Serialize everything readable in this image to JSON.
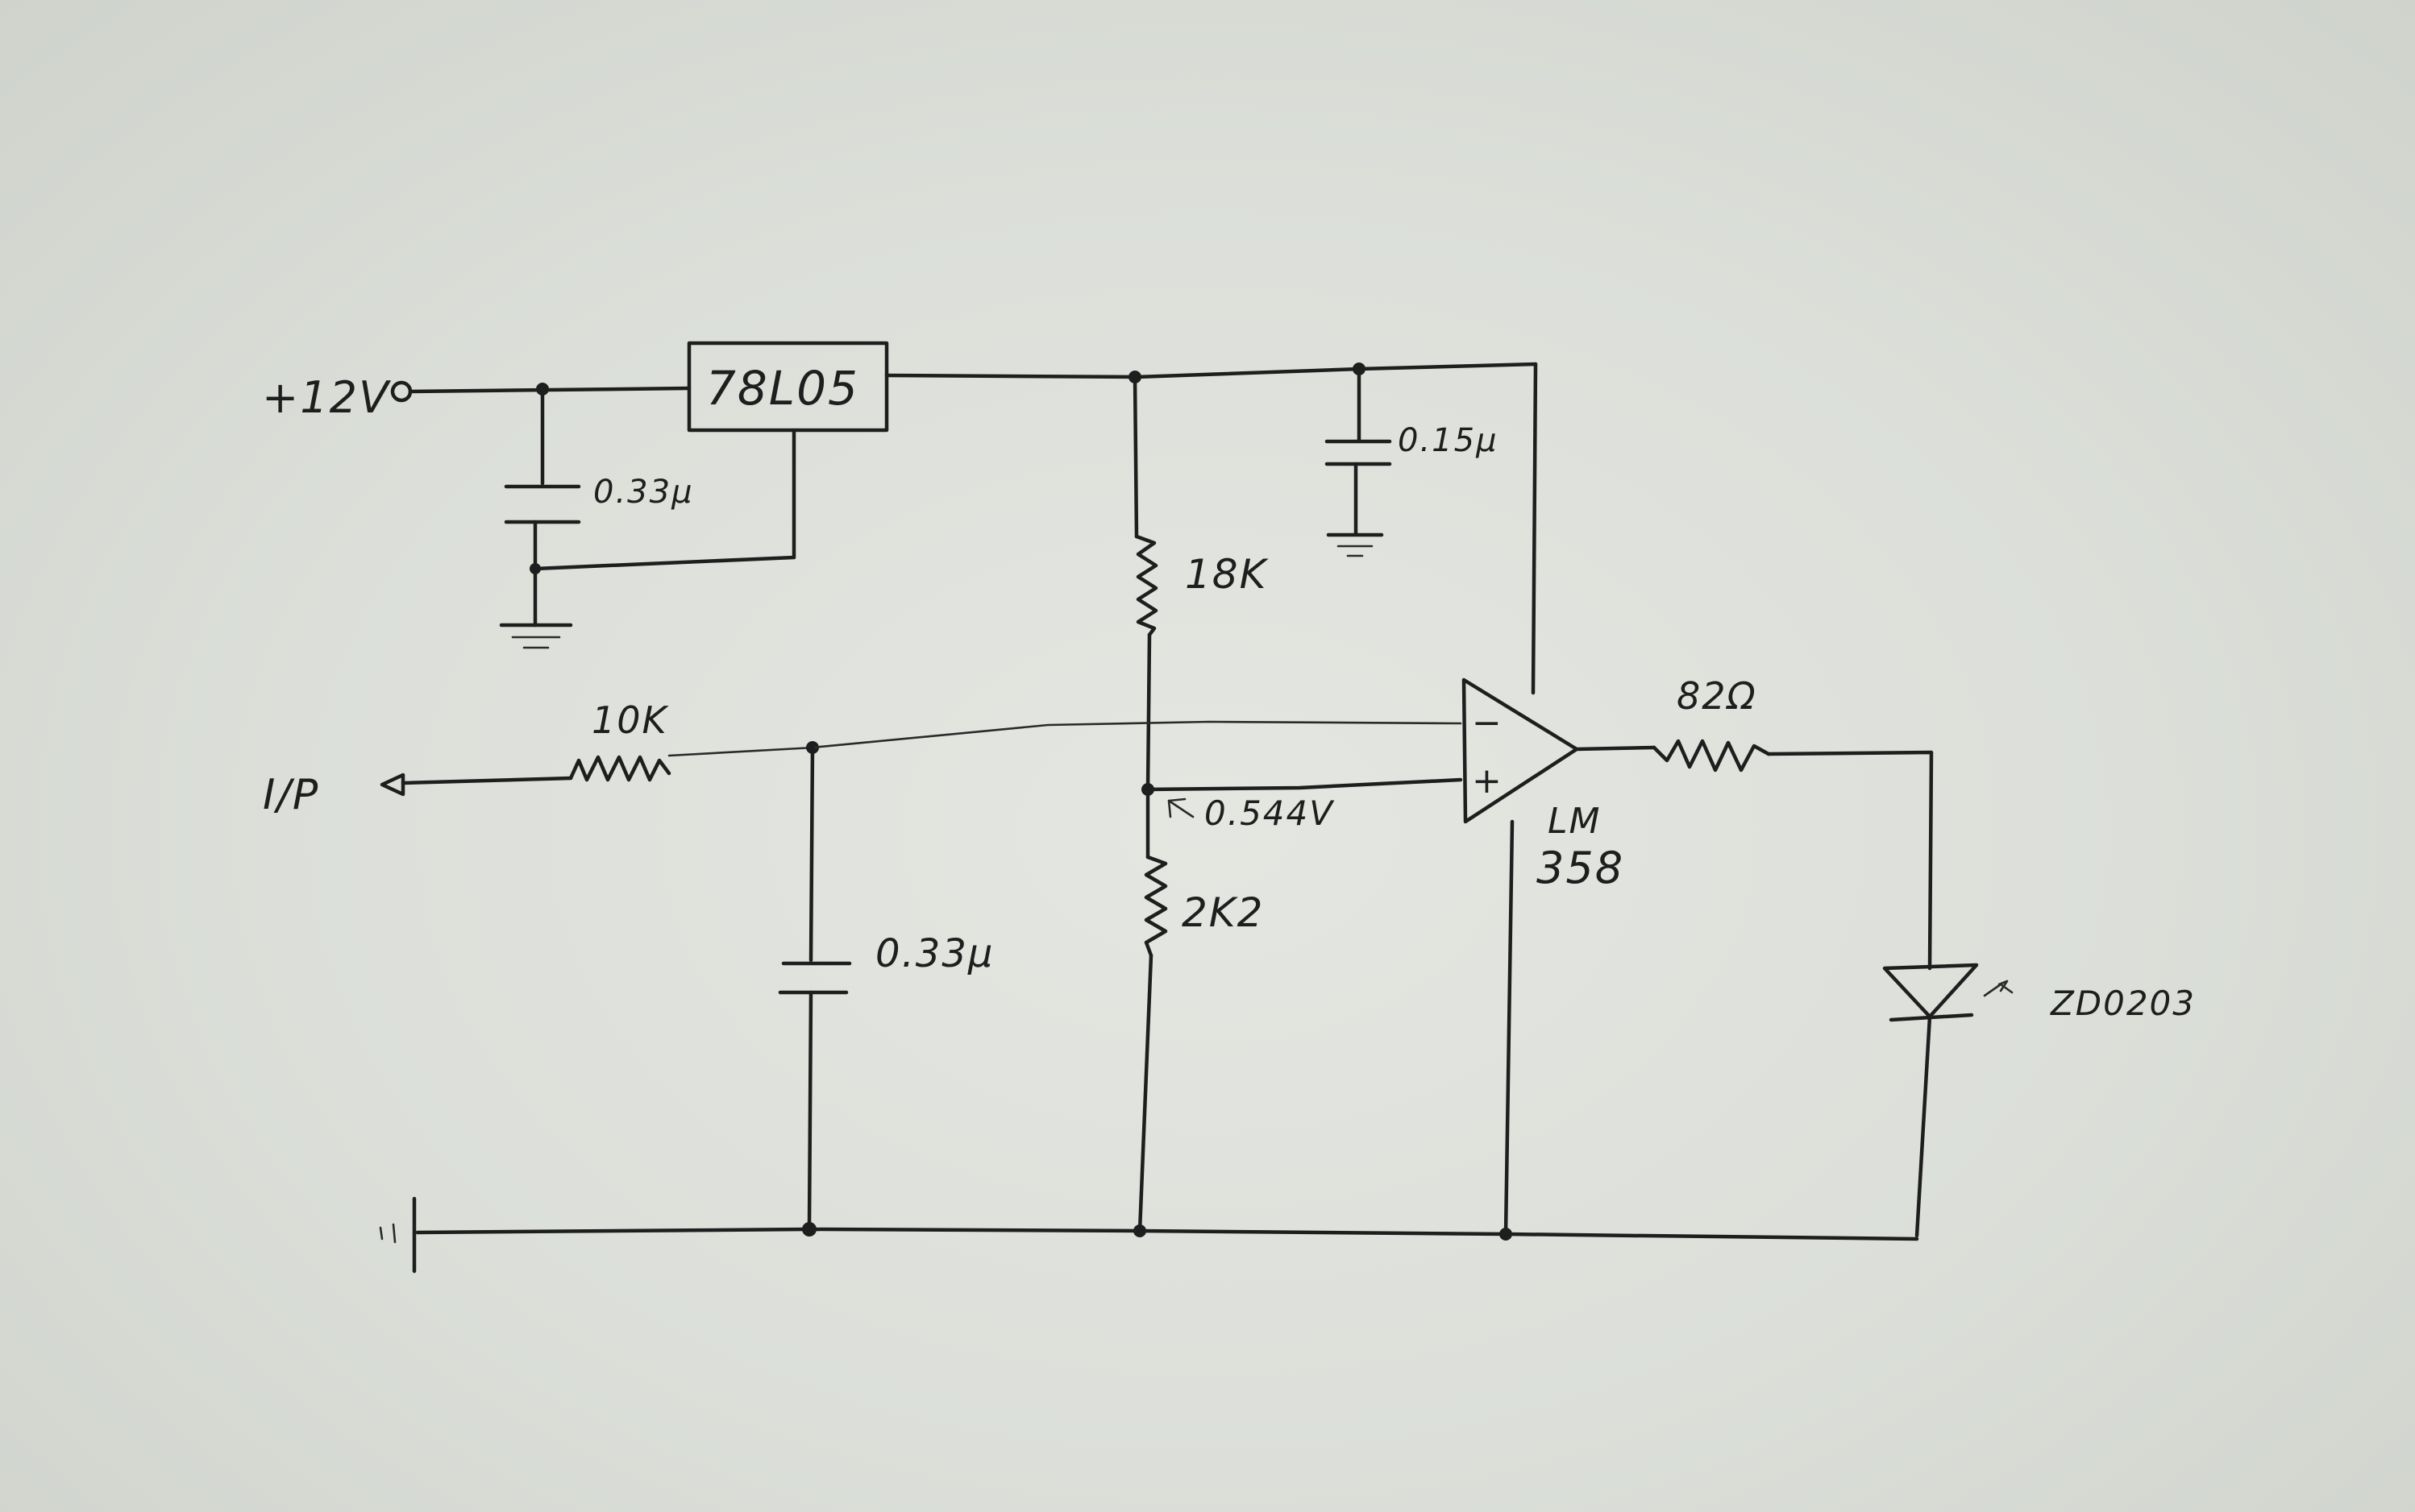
{
  "labels": {
    "supply": "+12V",
    "regulator": "78L05",
    "cap_supply": "0.33µ",
    "cap_reg_out": "0.15µ",
    "r_top": "18K",
    "r_bottom": "2K2",
    "r_input": "10K",
    "input": "I/P",
    "cap_input": "0.33µ",
    "ref_voltage": "0.544V",
    "opamp_line1": "LM",
    "opamp_line2": "358",
    "opamp_minus": "−",
    "opamp_plus": "+",
    "r_out": "82Ω",
    "led": "ZD0203"
  },
  "colors": {
    "ink": "#1e1e1e",
    "paper": "#dcdfd9"
  }
}
